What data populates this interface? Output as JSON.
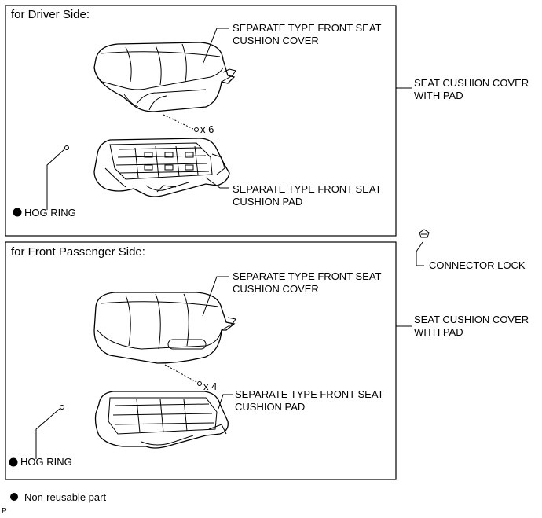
{
  "driver_panel": {
    "header": "for Driver Side:",
    "cover_label": [
      "SEPARATE TYPE FRONT SEAT",
      "CUSHION COVER"
    ],
    "pad_label": [
      "SEPARATE TYPE FRONT SEAT",
      "CUSHION PAD"
    ],
    "qty": "x 6",
    "hog_ring": "HOG RING"
  },
  "passenger_panel": {
    "header": "for Front Passenger Side:",
    "cover_label": [
      "SEPARATE TYPE FRONT SEAT",
      "CUSHION COVER"
    ],
    "pad_label": [
      "SEPARATE TYPE FRONT SEAT",
      "CUSHION PAD"
    ],
    "qty": "x 4",
    "hog_ring": "HOG RING"
  },
  "right_labels": {
    "seat_cover_driver": [
      "SEAT CUSHION COVER",
      "WITH PAD"
    ],
    "seat_cover_passenger": [
      "SEAT CUSHION COVER",
      "WITH PAD"
    ],
    "connector_lock": "CONNECTOR LOCK"
  },
  "legend": {
    "non_reusable": "Non-reusable part"
  },
  "footer_code": "P"
}
